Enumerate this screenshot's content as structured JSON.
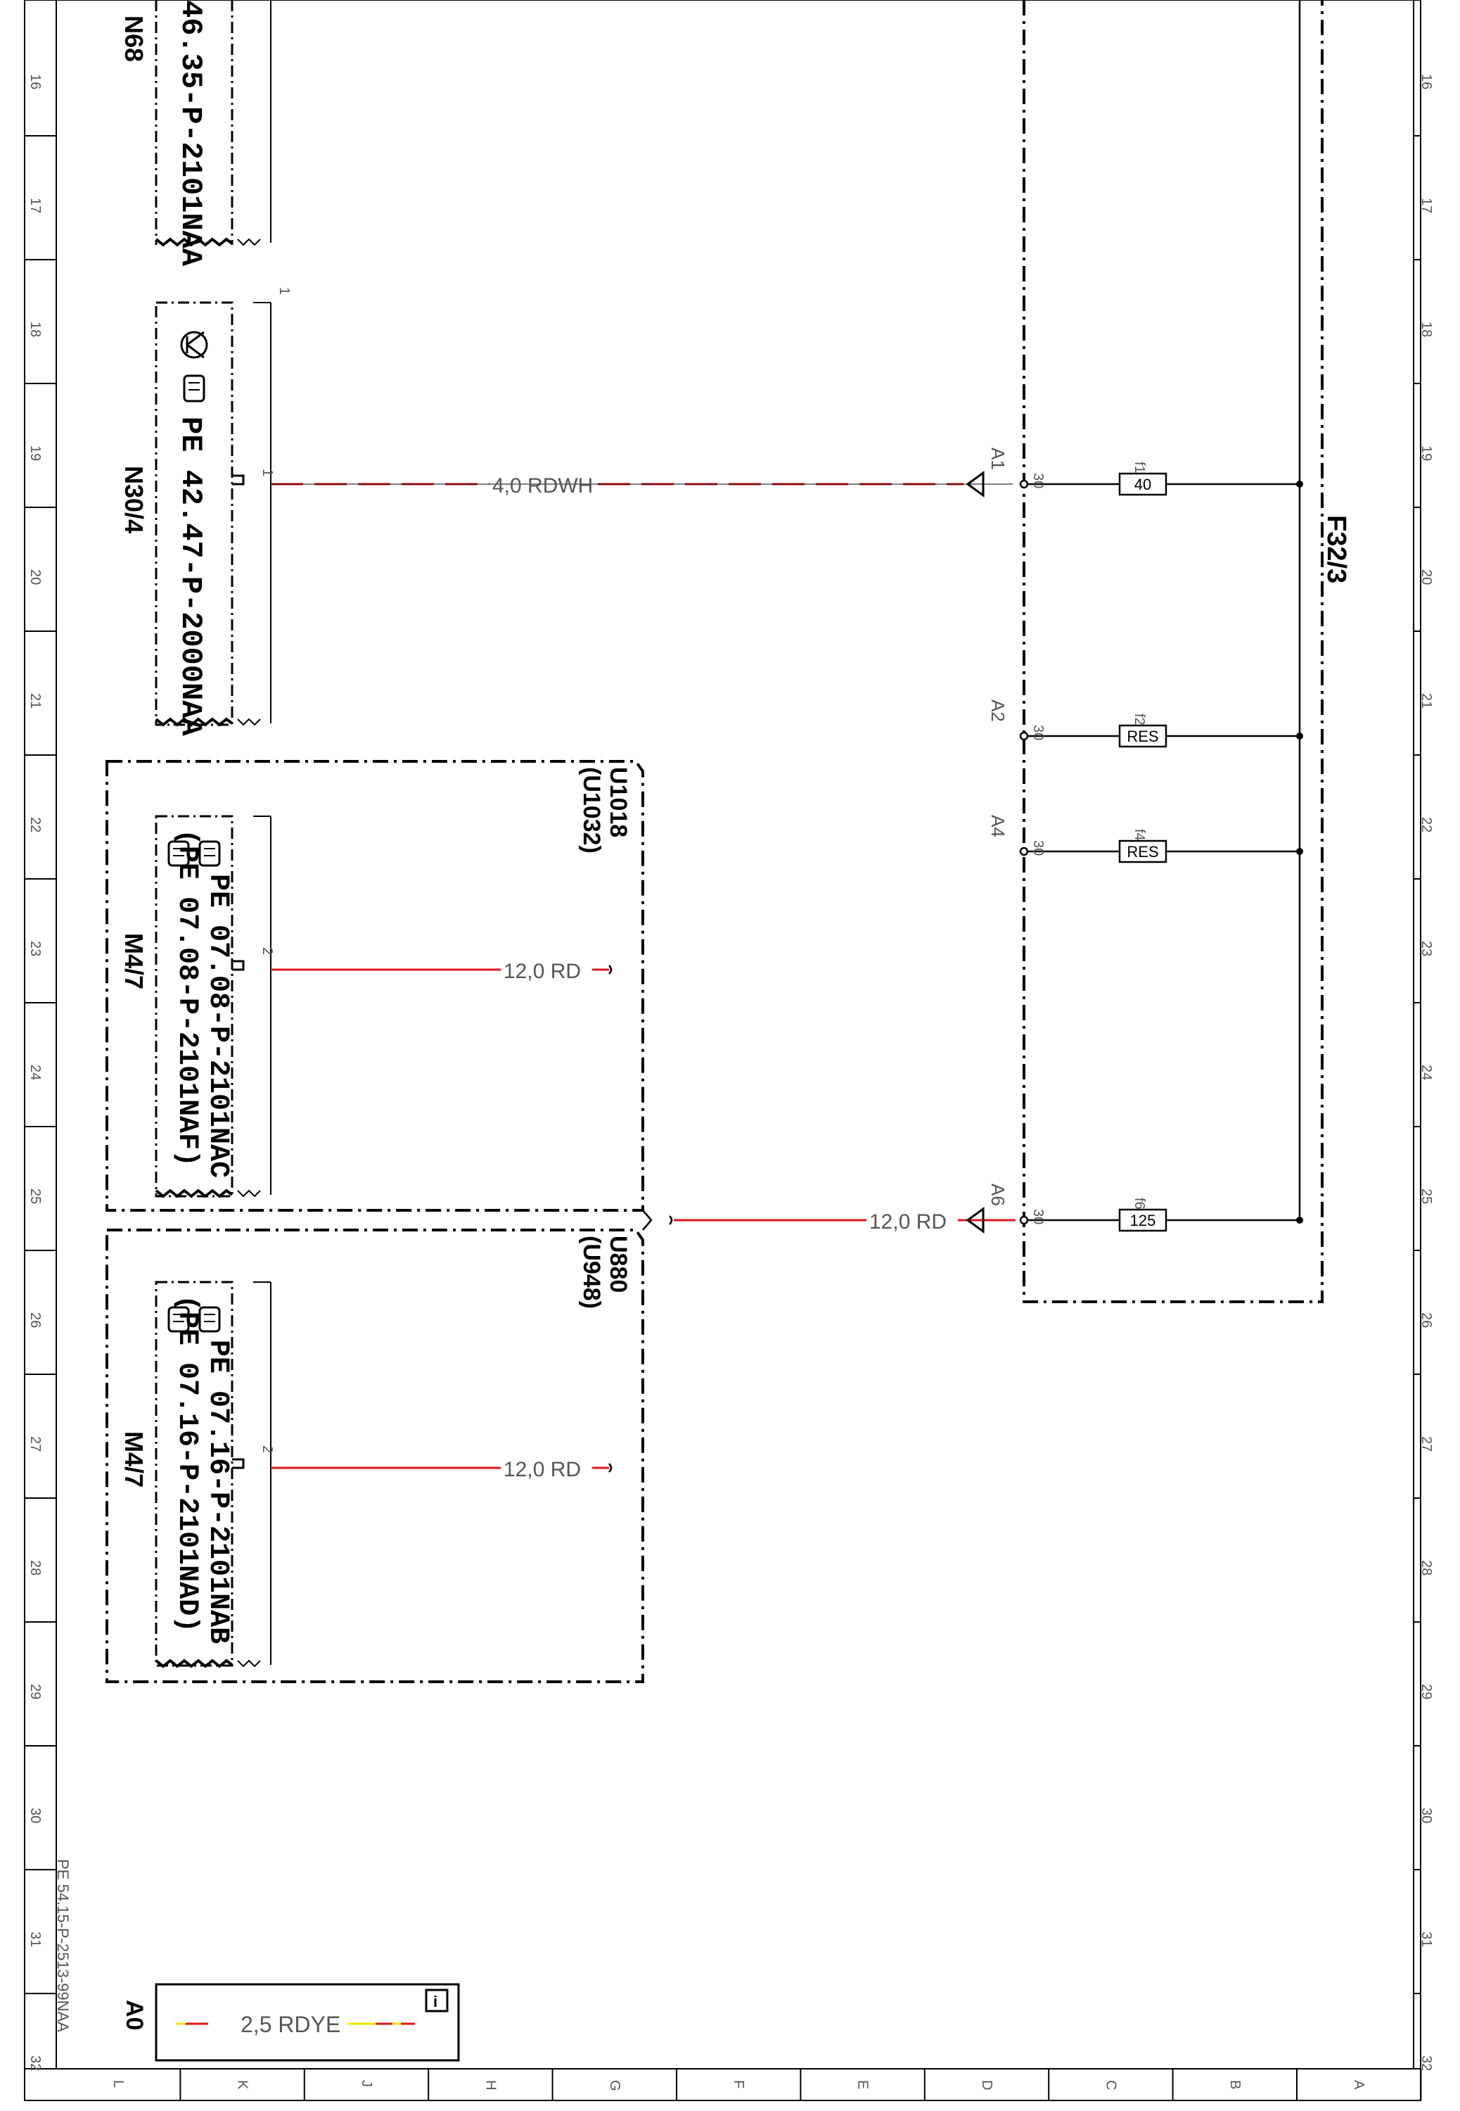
{
  "ruler": {
    "rows": [
      "16",
      "17",
      "18",
      "19",
      "20",
      "21",
      "22",
      "23",
      "24",
      "25",
      "26",
      "27",
      "28",
      "29",
      "30",
      "31",
      "32"
    ],
    "cols": [
      "L",
      "K",
      "J",
      "H",
      "G",
      "F",
      "E",
      "D",
      "C",
      "B",
      "A"
    ]
  },
  "side_ref": "PE 54.15-P-2513-99NAA",
  "components": {
    "n68": {
      "name": "N68",
      "ref": "46.35-P-2101NAA"
    },
    "n30": {
      "name": "N30/4",
      "ref": "PE 42.47-P-2000NAA",
      "pin_top": "1",
      "pin": "1"
    },
    "f32": {
      "name": "F32/3"
    },
    "u1018": {
      "code": "U1018",
      "code2": "(U1032)",
      "name": "M4/7",
      "ref1": "PE 07.08-P-2101NAC",
      "ref2": "(PE 07.08-P-2101NAF)",
      "pin": "2"
    },
    "u880": {
      "code": "U880",
      "code2": "(U948)",
      "name": "M4/7",
      "ref1": "PE 07.16-P-2101NAB",
      "ref2": "(PE 07.16-P-2101NAD)",
      "pin": "2"
    }
  },
  "wires": {
    "w1": "4,0 RDWH",
    "w2": "12,0 RD",
    "w3": "12,0 RD",
    "w4": "12,0 RD"
  },
  "fuses": [
    {
      "id": "f1",
      "value": "40",
      "pin": "30",
      "conn": "A1"
    },
    {
      "id": "f2",
      "value": "RES",
      "pin": "30",
      "conn": "A2"
    },
    {
      "id": "f4",
      "value": "RES",
      "pin": "30",
      "conn": "A4"
    },
    {
      "id": "f6",
      "value": "125",
      "pin": "30",
      "conn": "A6"
    }
  ],
  "legend": {
    "label": "A0",
    "wire": "2,5 RDYE"
  },
  "colors": {
    "red": "#e0161c",
    "yellow": "#f5e400",
    "black": "#000000"
  }
}
